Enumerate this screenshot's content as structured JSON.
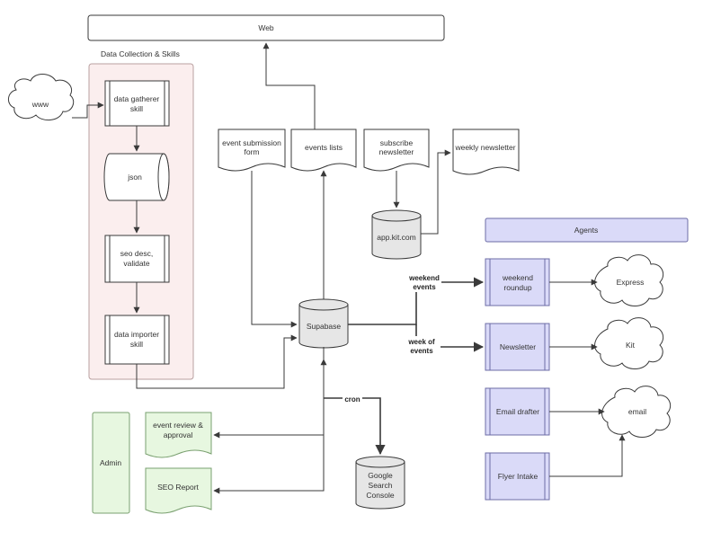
{
  "nodes": {
    "web": "Web",
    "container_title": "Data Collection & Skills",
    "www": "www",
    "data_gatherer": [
      "data gatherer",
      "skill"
    ],
    "json": "json",
    "seo_desc": [
      "seo desc,",
      "validate"
    ],
    "data_importer": [
      "data importer",
      "skill"
    ],
    "event_submission": [
      "event submission",
      "form"
    ],
    "events_lists": "events lists",
    "subscribe_newsletter": [
      "subscribe",
      "newsletter"
    ],
    "weekly_newsletter": "weekly newsletter",
    "app_kit": "app.kit.com",
    "supabase": "Supabase",
    "agents": "Agents",
    "weekend_roundup": [
      "weekend",
      "roundup"
    ],
    "newsletter": "Newsletter",
    "email_drafter": "Email drafter",
    "flyer_intake": "Flyer Intake",
    "express": "Express",
    "kit": "Kit",
    "email": "email",
    "admin": "Admin",
    "event_review": [
      "event review &",
      "approval"
    ],
    "seo_report": "SEO Report",
    "google_search_console": [
      "Google",
      "Search",
      "Console"
    ]
  },
  "edge_labels": {
    "weekend_events": [
      "weekend",
      "events"
    ],
    "week_of_events": [
      "week of",
      "events"
    ],
    "cron": "cron"
  },
  "colors": {
    "container_fill": "#fbeeee",
    "container_stroke": "#b9a0a0",
    "agent_fill": "#dadaf8",
    "agent_stroke": "#6c6ca6",
    "admin_fill": "#e7f7e0",
    "admin_stroke": "#7aa070",
    "cylinder_fill": "#e6e6e6",
    "line": "#3a3a3a"
  }
}
